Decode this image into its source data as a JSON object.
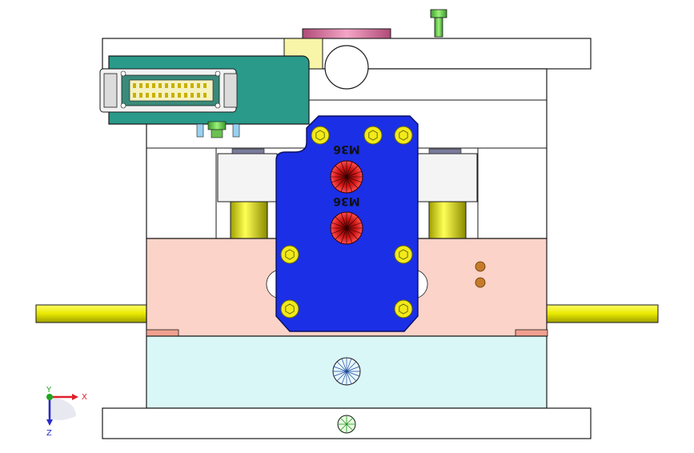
{
  "viewport": {
    "background": "#ffffff"
  },
  "plate_labels": {
    "upper_text": "M36",
    "lower_text": "M36"
  },
  "triad": {
    "x_label": "X",
    "y_label": "Y",
    "z_label": "Z",
    "x_color": "#e0202a",
    "y_color": "#1fa51f",
    "z_color": "#2a2ac8"
  },
  "colors": {
    "frame": "#ffffff",
    "outline": "#1a1a1a",
    "cavity_plate": "#fbd3c8",
    "core_plate": "#daf7f7",
    "clamp_plate": "#1b2fe6",
    "connector_board": "#2a9a8a",
    "rod": "#f0f000",
    "bolt": "#f2ea1a",
    "nozzle_red": "#d21818",
    "dowel_pin": "#c77b2a",
    "pink_ring": "#d86b9a"
  }
}
